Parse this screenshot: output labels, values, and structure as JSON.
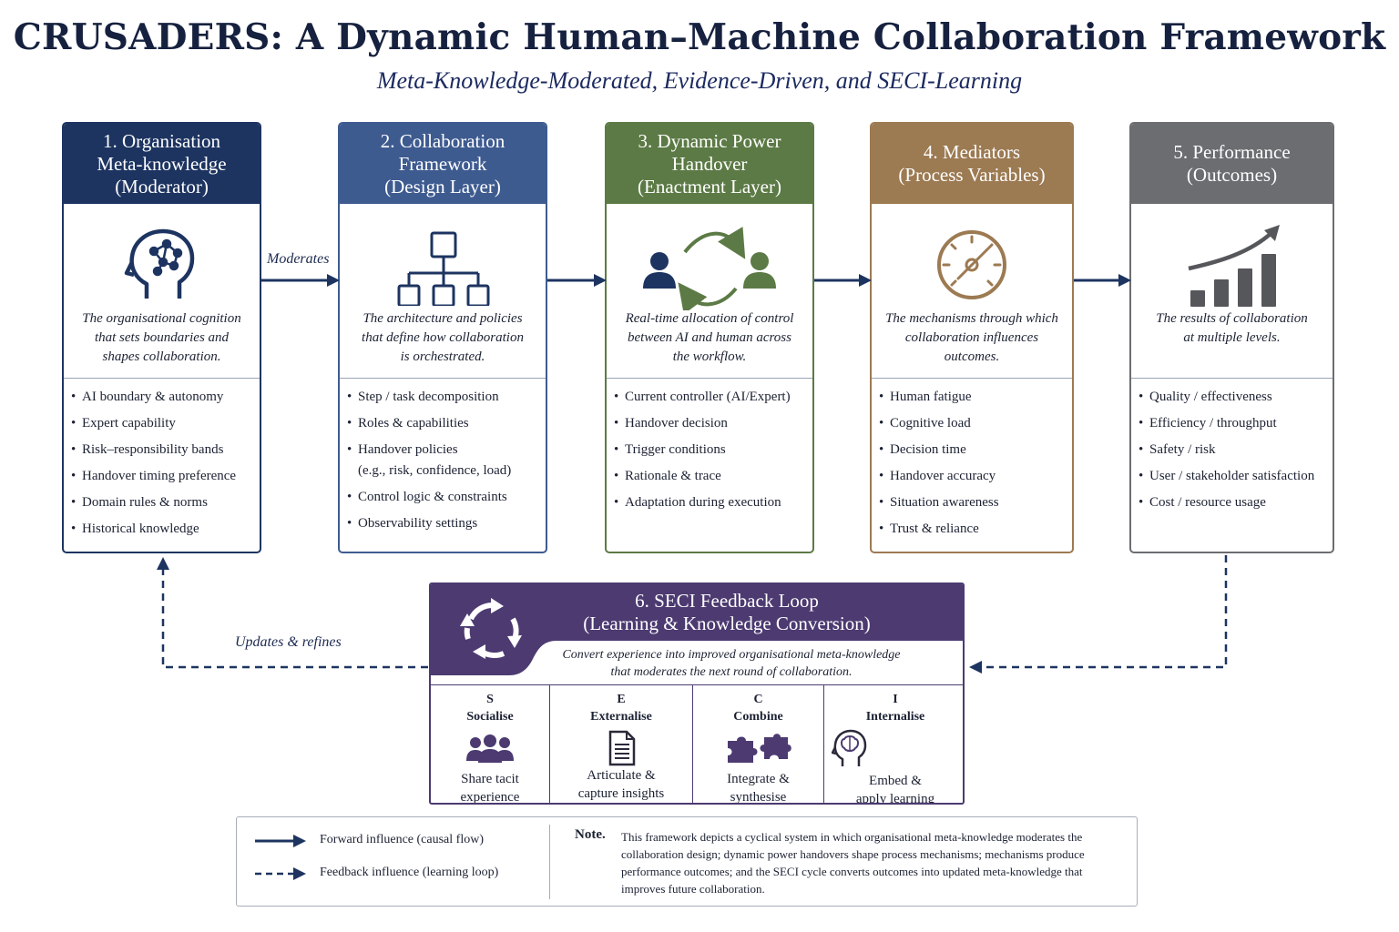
{
  "title": "CRUSADERS: A Dynamic Human–Machine Collaboration Framework",
  "subtitle": "Meta-Knowledge-Moderated, Evidence-Driven, and SECI-Learning",
  "colors": {
    "navy": "#1d3461",
    "blue": "#3e5b90",
    "green": "#5c7a45",
    "brown": "#9c7a52",
    "gray": "#6b6d70",
    "purple": "#4c3a71"
  },
  "cards": [
    {
      "head": [
        "1. Organisation",
        "Meta-knowledge",
        "(Moderator)"
      ],
      "icon": "brain-head-icon",
      "desc": [
        "The organisational cognition",
        "that sets boundaries and",
        "shapes collaboration."
      ],
      "items": [
        "AI boundary & autonomy",
        "Expert capability",
        "Risk–responsibility bands",
        "Handover timing preference",
        "Domain rules & norms",
        "Historical knowledge"
      ]
    },
    {
      "head": [
        "2. Collaboration",
        "Framework",
        "(Design Layer)"
      ],
      "icon": "hierarchy-icon",
      "desc": [
        "The architecture and policies",
        "that define how collaboration",
        "is orchestrated."
      ],
      "items": [
        "Step / task decomposition",
        "Roles & capabilities",
        "Handover policies",
        "Control logic & constraints",
        "Observability settings"
      ],
      "items_sub": {
        "2": "(e.g., risk, confidence, load)"
      }
    },
    {
      "head": [
        "3. Dynamic Power",
        "Handover",
        "(Enactment Layer)"
      ],
      "icon": "handover-cycle-icon",
      "desc": [
        "Real-time allocation of control",
        "between AI and human across",
        "the workflow."
      ],
      "items": [
        "Current controller (AI/Expert)",
        "Handover decision",
        "Trigger conditions",
        "Rationale & trace",
        "Adaptation during execution"
      ]
    },
    {
      "head": [
        "4. Mediators",
        "(Process Variables)"
      ],
      "icon": "gauge-icon",
      "desc": [
        "The mechanisms through which",
        "collaboration influences",
        "outcomes."
      ],
      "items": [
        "Human fatigue",
        "Cognitive load",
        "Decision time",
        "Handover accuracy",
        "Situation awareness",
        "Trust & reliance"
      ]
    },
    {
      "head": [
        "5. Performance",
        "(Outcomes)"
      ],
      "icon": "growth-chart-icon",
      "desc": [
        "The results of collaboration",
        "at multiple levels."
      ],
      "items": [
        "Quality / effectiveness",
        "Efficiency / throughput",
        "Safety / risk",
        "User / stakeholder satisfaction",
        "Cost / resource usage"
      ]
    }
  ],
  "arrow_labels": {
    "moderates": "Moderates",
    "updates": "Updates & refines"
  },
  "seci": {
    "head": [
      "6. SECI Feedback Loop",
      "(Learning & Knowledge Conversion)"
    ],
    "desc": [
      "Convert experience into improved organisational meta-knowledge",
      "that moderates the next round of collaboration."
    ],
    "cols": [
      {
        "letter": "S",
        "name": "Socialise",
        "icon": "group-icon",
        "text": [
          "Share tacit",
          "experience"
        ]
      },
      {
        "letter": "E",
        "name": "Externalise",
        "icon": "document-icon",
        "text": [
          "Articulate &",
          "capture insights"
        ]
      },
      {
        "letter": "C",
        "name": "Combine",
        "icon": "puzzle-icon",
        "text": [
          "Integrate &",
          "synthesise"
        ]
      },
      {
        "letter": "I",
        "name": "Internalise",
        "icon": "brain-head-icon",
        "text": [
          "Embed &",
          "apply learning"
        ]
      }
    ]
  },
  "legend": {
    "forward": "Forward influence (causal flow)",
    "feedback": "Feedback influence (learning loop)",
    "note_label": "Note.",
    "note": "This framework depicts a cyclical system in which organisational meta-knowledge moderates the collaboration design; dynamic power handovers shape process mechanisms; mechanisms produce performance outcomes; and the SECI cycle converts outcomes into updated meta-knowledge that improves future collaboration."
  }
}
